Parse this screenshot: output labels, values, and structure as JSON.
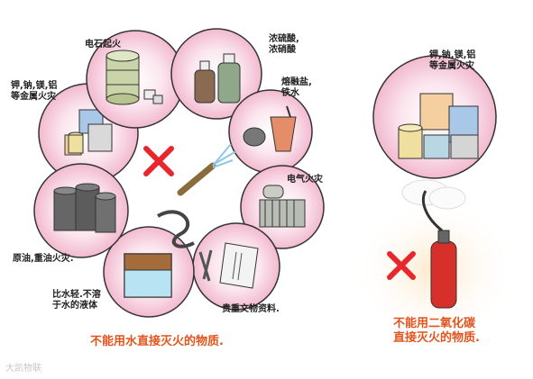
{
  "left_panel": {
    "hazards": [
      {
        "id": "carbide",
        "label": "电石起火",
        "icon": "carbide-can-icon"
      },
      {
        "id": "acid",
        "label": "浓硫酸,\n浓硝酸",
        "icon": "acid-bottles-icon"
      },
      {
        "id": "molten_salt",
        "label": "熔融盐,\n铁水",
        "icon": "molten-salt-bucket-icon"
      },
      {
        "id": "electric",
        "label": "电气火灾",
        "icon": "transformer-icon"
      },
      {
        "id": "relics",
        "label": "贵重文物资料.",
        "icon": "relics-book-icon"
      },
      {
        "id": "light_liquid",
        "label": "比水轻.不溶\n于水的液体",
        "icon": "beaker-icon"
      },
      {
        "id": "oil",
        "label": "原油,重油火灾.",
        "icon": "oil-drums-icon"
      },
      {
        "id": "alkali_metal",
        "label": "钾,钠,镁,铝\n等金属火灾",
        "icon": "metal-blocks-icon"
      }
    ],
    "caption": "不能用水直接灭火的物质."
  },
  "right_panel": {
    "hazard_label": "钾,钠,镁,铝\n等金属火灾",
    "caption": "不能用二氧化碳\n直接灭火的物质."
  },
  "colors": {
    "caption": "#e2541d",
    "cross": "#e8262b",
    "bubble_fill": "#f7d3e2",
    "bubble_border": "#333333"
  },
  "watermark": "大凯物联"
}
